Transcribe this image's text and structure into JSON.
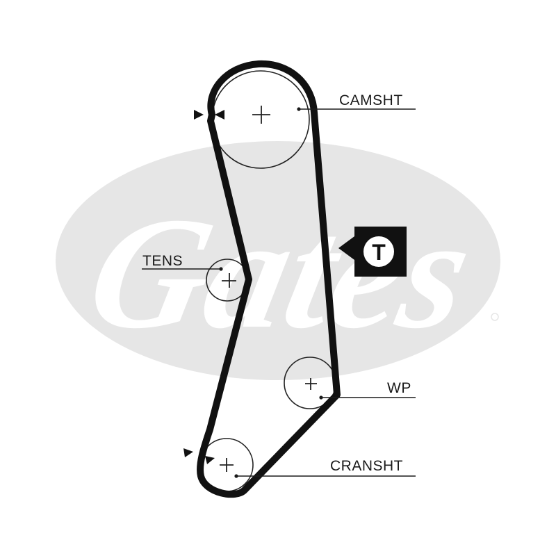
{
  "watermark": {
    "text": "Gates",
    "ellipse_color": "#e6e6e6",
    "text_color": "#ffffff"
  },
  "labels": {
    "camshaft": "CAMSHT",
    "tensioner": "TENS",
    "water_pump": "WP",
    "crankshaft": "CRANSHT"
  },
  "tension_marker": {
    "text": "T",
    "icon": "tension-point-icon"
  },
  "colors": {
    "belt": "#111111",
    "line": "#1a1a1a",
    "marker_bg": "#111111",
    "marker_text": "#ffffff"
  }
}
